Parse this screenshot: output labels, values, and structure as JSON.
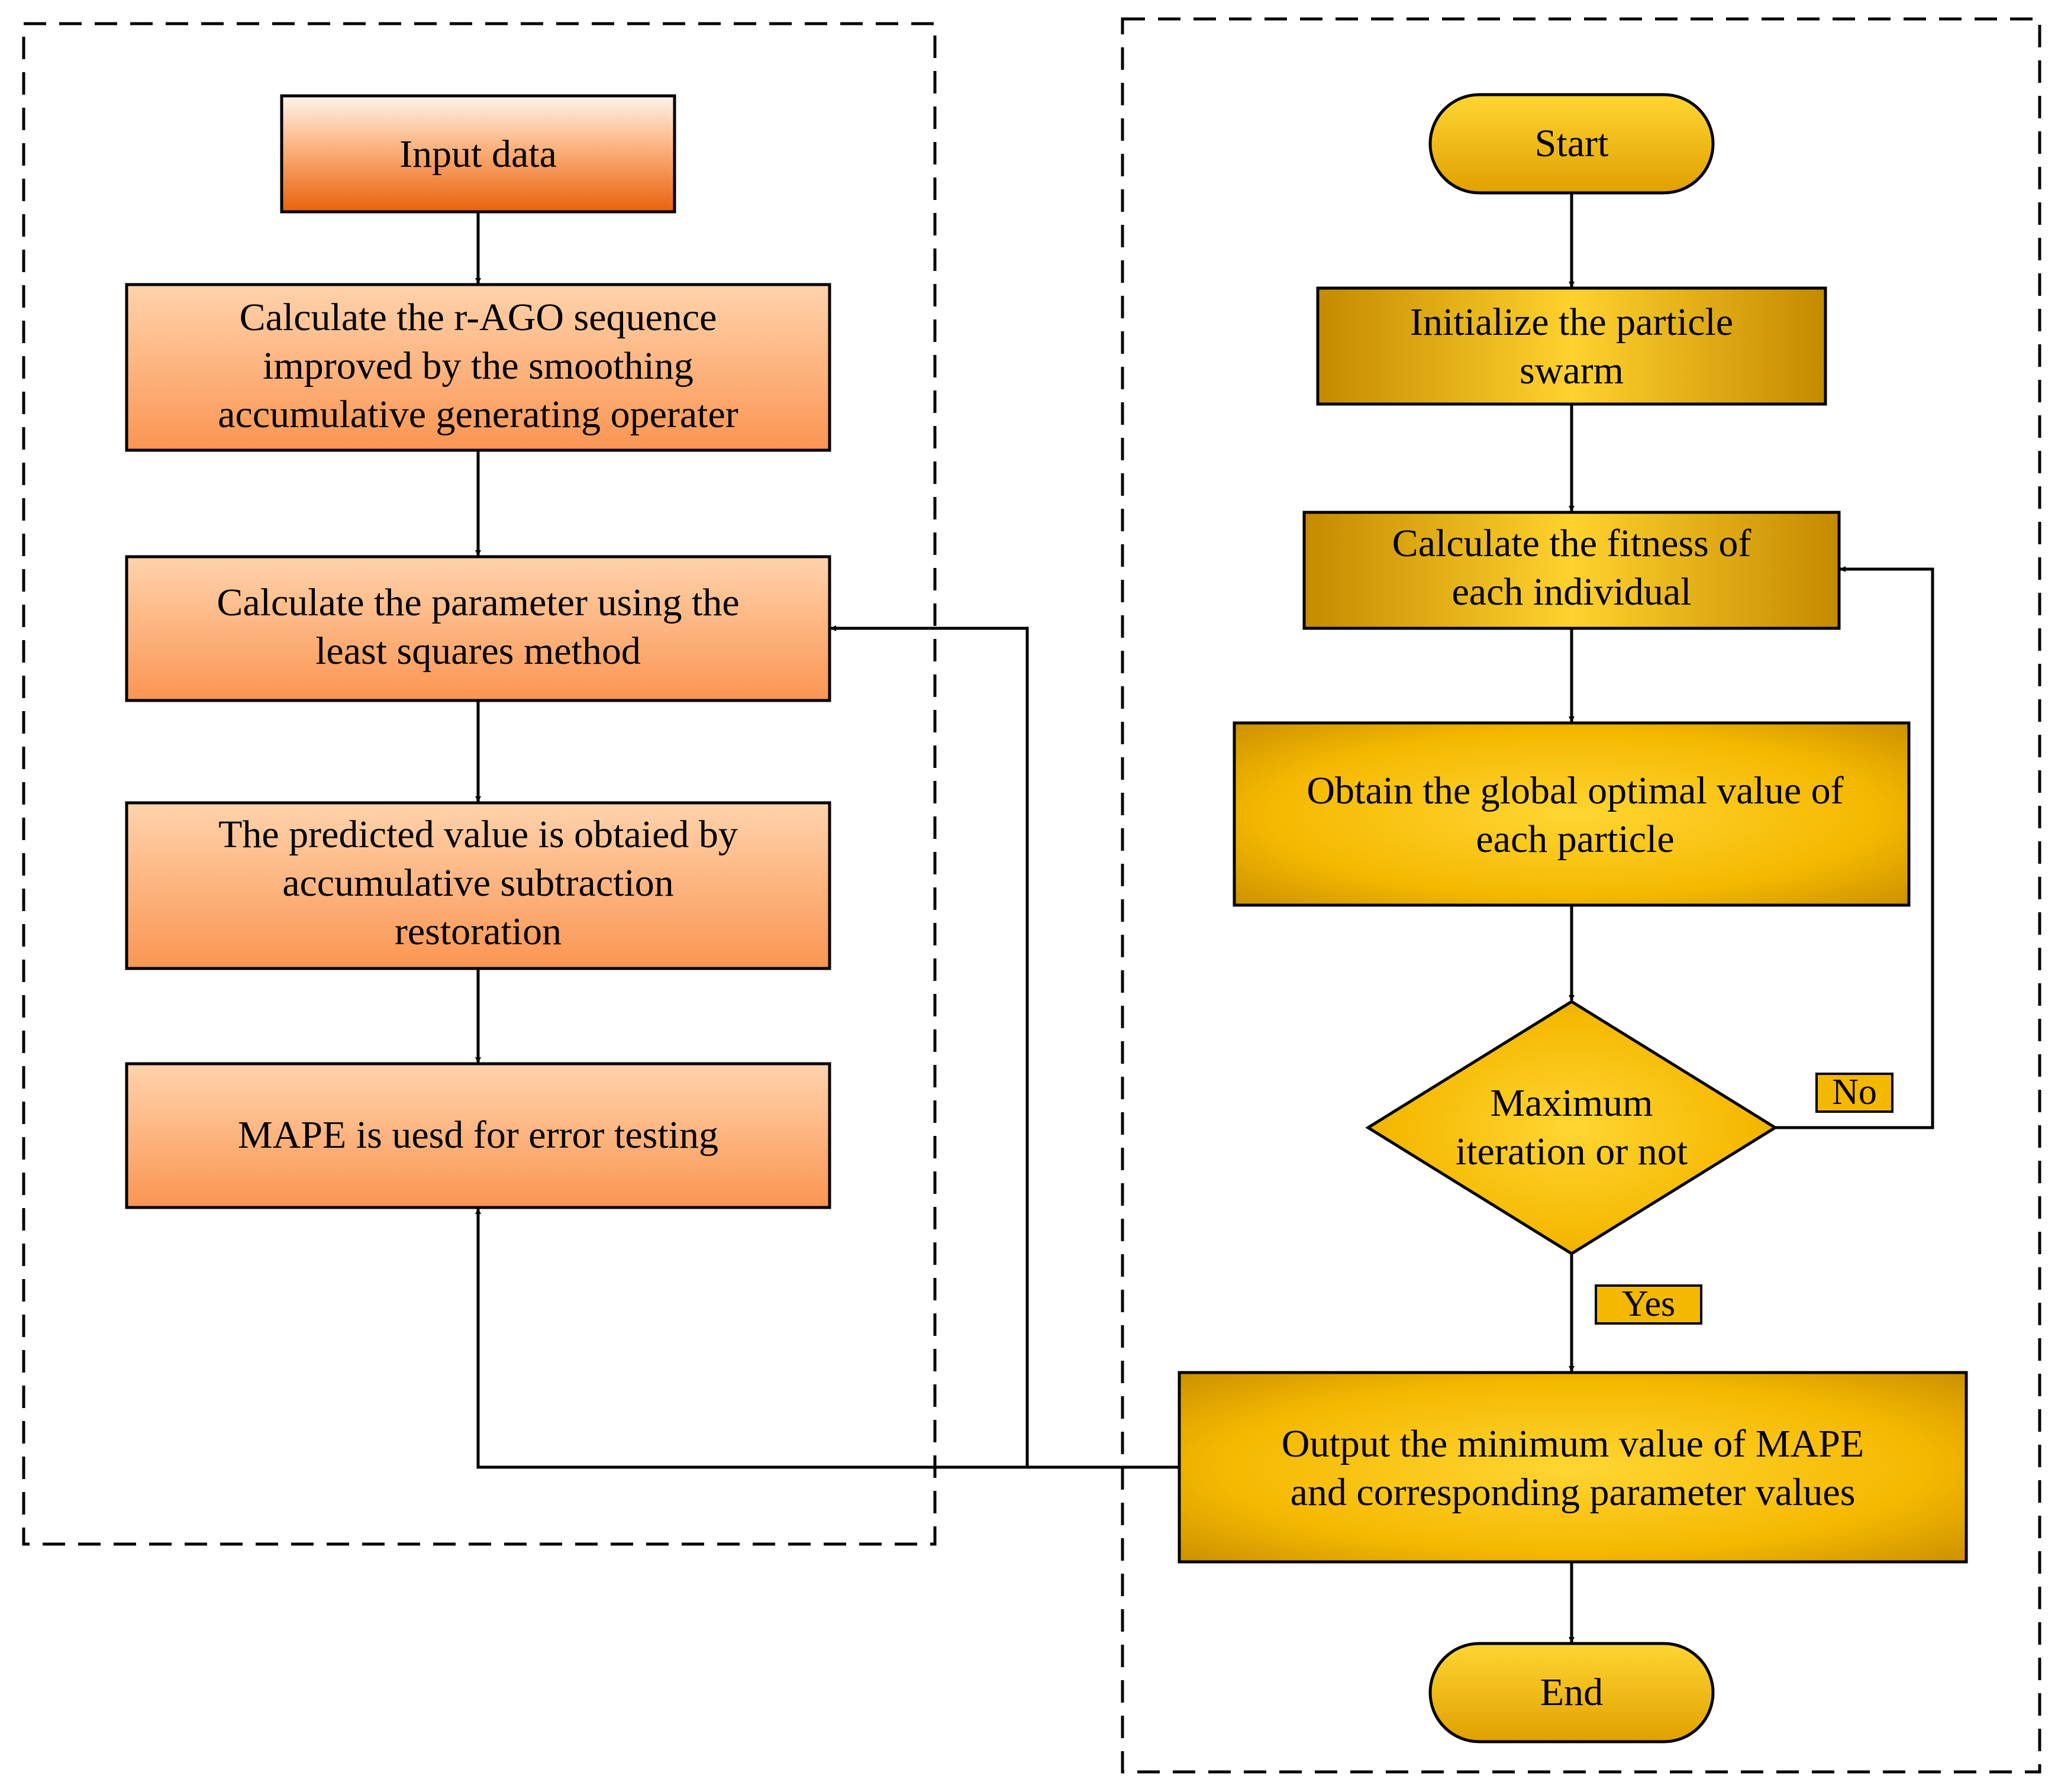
{
  "left_flow": {
    "input": "Input data",
    "step1": [
      "Calculate the r-AGO sequence",
      "improved by the smoothing",
      "accumulative generating operater"
    ],
    "step2": [
      "Calculate the parameter using the",
      "least squares method"
    ],
    "step3": [
      "The predicted value is obtaied by",
      "accumulative subtraction",
      "restoration"
    ],
    "step4": "MAPE is uesd for error testing"
  },
  "right_flow": {
    "start": "Start",
    "init": [
      "Initialize the particle",
      "swarm"
    ],
    "fitness": [
      "Calculate the fitness of",
      "each individual"
    ],
    "optimal": [
      "Obtain the global optimal value of",
      "each particle"
    ],
    "decision": [
      "Maximum",
      "iteration or not"
    ],
    "no_label": "No",
    "yes_label": "Yes",
    "output": [
      "Output the minimum value of MAPE",
      "and corresponding parameter values"
    ],
    "end": "End"
  },
  "colors": {
    "left_dark": "#E8620C",
    "left_light": "#FFF4EC",
    "left_box_top": "#FFCFA4",
    "left_box_bottom": "#FB9552",
    "gold_light": "#FFD633",
    "gold_mid": "#F5B800",
    "gold_dark": "#C48A00"
  }
}
